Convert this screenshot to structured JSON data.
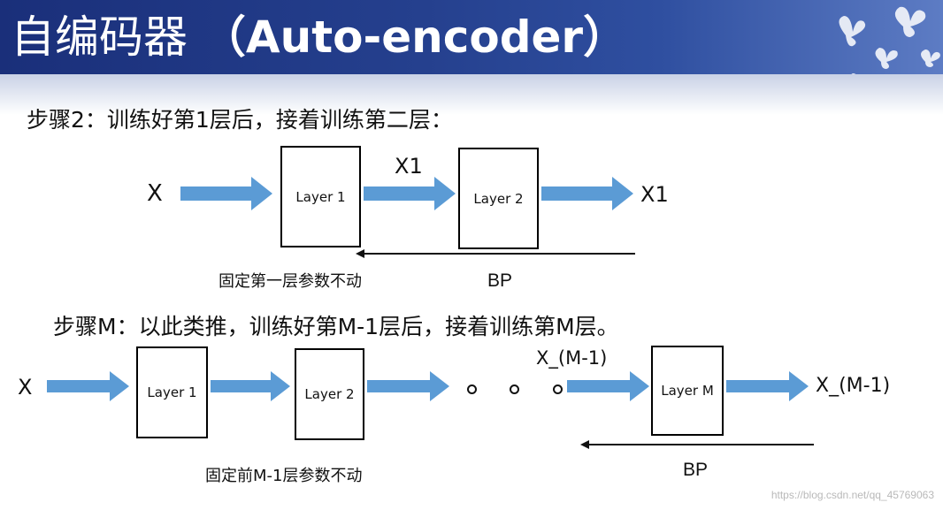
{
  "slide": {
    "title_cn": "自编码器",
    "title_en": "（Auto-encoder）",
    "step2": {
      "heading": "步骤2：训练好第1层后，接着训练第二层：",
      "input": "X",
      "layer1": "Layer 1",
      "mid_label": "X1",
      "layer2": "Layer 2",
      "output": "X1",
      "note": "固定第一层参数不动",
      "bp": "BP"
    },
    "stepM": {
      "heading": "步骤M：以此类推，训练好第M-1层后，接着训练第M层。",
      "input": "X",
      "layer1": "Layer 1",
      "layer2": "Layer 2",
      "mid_label": "X_(M-1)",
      "layerM": "Layer M",
      "output": "X_(M-1)",
      "note": "固定前M-1层参数不动",
      "bp": "BP"
    },
    "watermark": "https://blog.csdn.net/qq_45769063"
  },
  "colors": {
    "header": "#25408e",
    "arrow": "#5b9bd5"
  }
}
